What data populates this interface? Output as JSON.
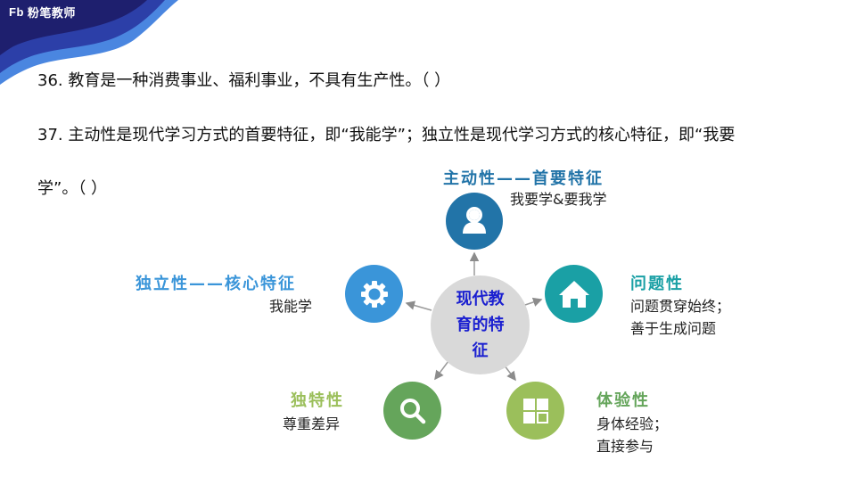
{
  "brand": {
    "logo_mark": "Fb",
    "name": "粉笔教师",
    "colors": {
      "dark": "#1e1f6e",
      "mid": "#2c3fa8",
      "light": "#4a86e0"
    }
  },
  "questions": {
    "q36": "36. 教育是一种消费事业、福利事业，不具有生产性。（ ）",
    "q37_line1": "37. 主动性是现代学习方式的首要特征，即“我能学”；独立性是现代学习方式的核心特征，即“我要",
    "q37_line2": "学”。（ ）"
  },
  "diagram": {
    "center": {
      "line1": "现代教",
      "line2": "育的特",
      "line3": "征",
      "color": "#1a1fd0"
    },
    "nodes": {
      "top": {
        "title": "主动性——首要特征",
        "desc": "我要学&要我学",
        "icon": "user-icon",
        "color": "#2274a8"
      },
      "left": {
        "title": "独立性——核心特征",
        "desc": "我能学",
        "icon": "gear-icon",
        "color": "#3a95d9"
      },
      "right": {
        "title": "问题性",
        "desc1": "问题贯穿始终；",
        "desc2": "善于生成问题",
        "icon": "home-icon",
        "color": "#1aa0a5"
      },
      "bottom_left": {
        "title": "独特性",
        "desc": "尊重差异",
        "icon": "search-icon",
        "color": "#65a55b"
      },
      "bottom_right": {
        "title": "体验性",
        "desc1": "身体经验；",
        "desc2": "直接参与",
        "icon": "grid-icon",
        "color": "#9bbf5b"
      }
    }
  }
}
